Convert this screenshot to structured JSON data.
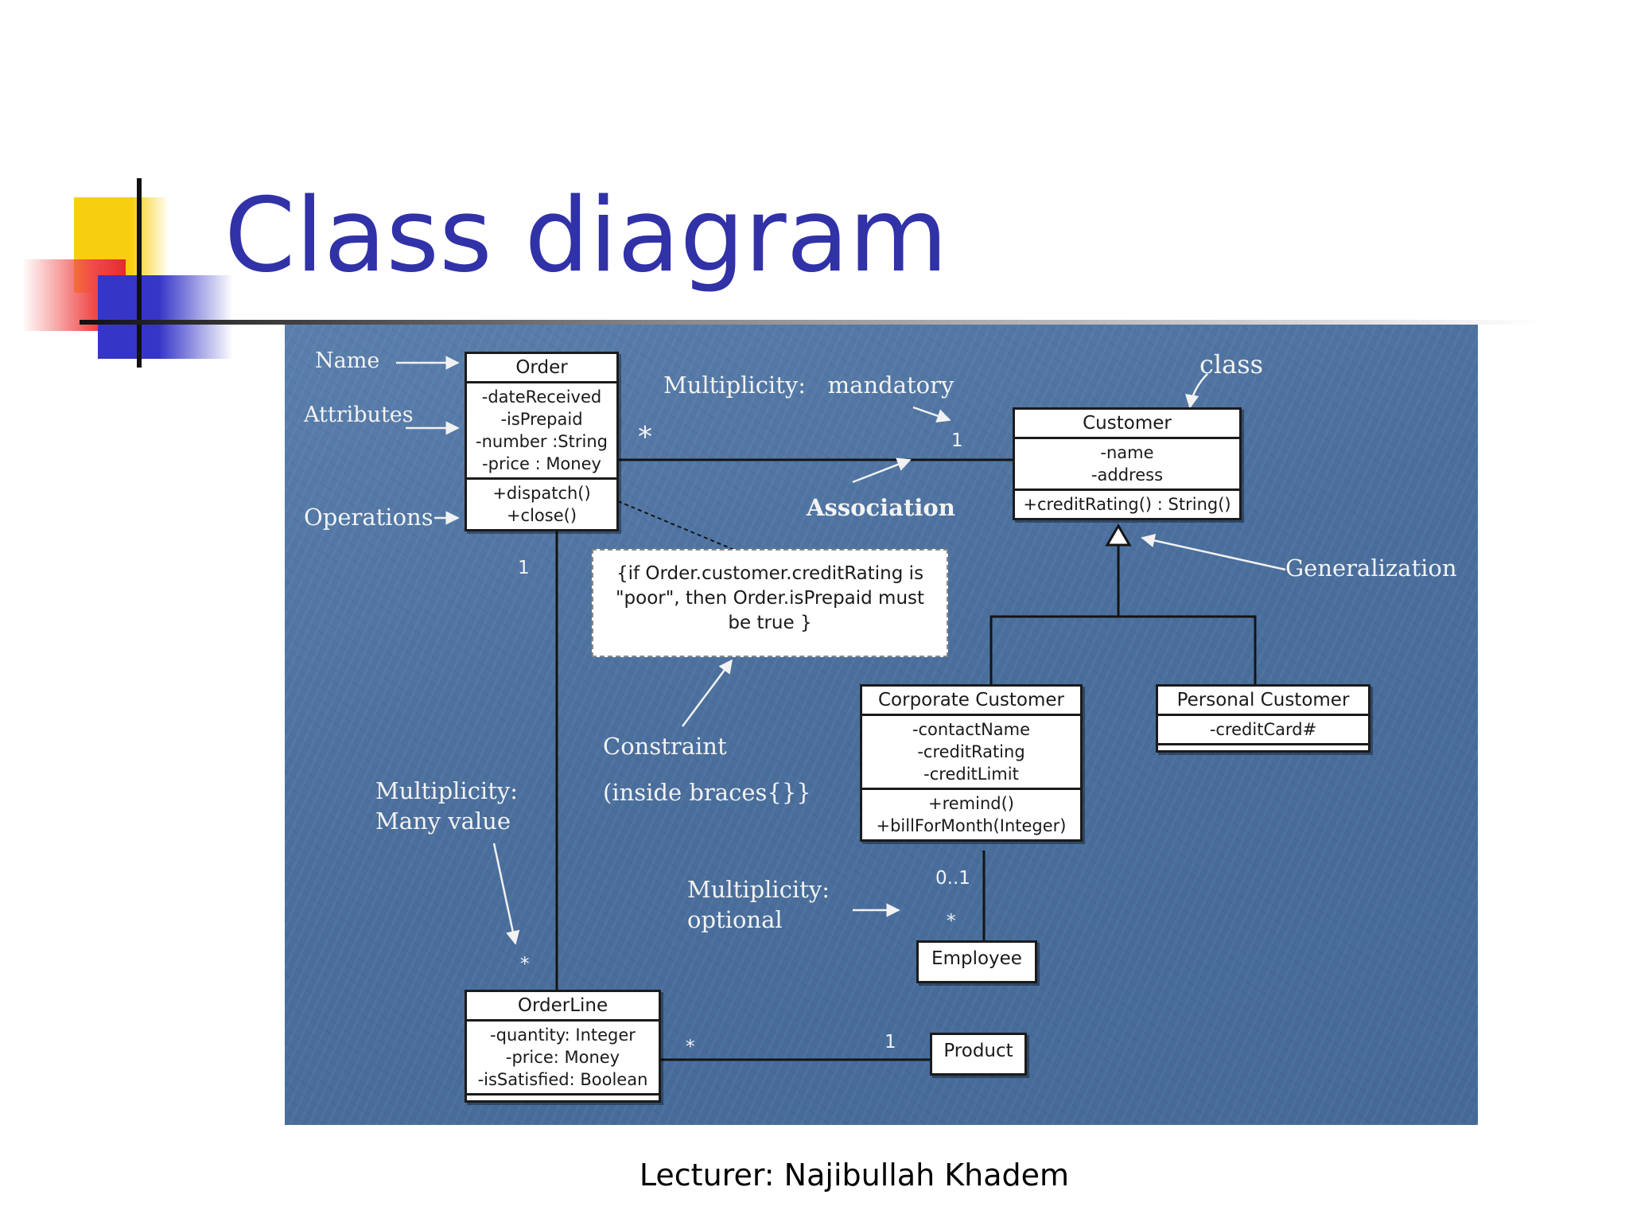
{
  "slide": {
    "title": "Class diagram",
    "footer": "Lecturer: Najibullah Khadem"
  },
  "classes": {
    "order": {
      "name": "Order",
      "attributes": [
        "-dateReceived",
        "-isPrepaid",
        "-number :String",
        "-price : Money"
      ],
      "operations": [
        "+dispatch()",
        "+close()"
      ]
    },
    "customer": {
      "name": "Customer",
      "attributes": [
        "-name",
        "-address"
      ],
      "operations": [
        "+creditRating() : String()"
      ]
    },
    "corporate_customer": {
      "name": "Corporate Customer",
      "attributes": [
        "-contactName",
        "-creditRating",
        "-creditLimit"
      ],
      "operations": [
        "+remind()",
        "+billForMonth(Integer)"
      ]
    },
    "personal_customer": {
      "name": "Personal Customer",
      "attributes": [
        "-creditCard#"
      ]
    },
    "employee": {
      "name": "Employee"
    },
    "orderline": {
      "name": "OrderLine",
      "attributes": [
        "-quantity: Integer",
        "-price: Money",
        "-isSatisfied: Boolean"
      ]
    },
    "product": {
      "name": "Product"
    }
  },
  "constraint_note": {
    "lines": [
      "{if Order.customer.creditRating is",
      "\"poor\", then Order.isPrepaid must",
      "be true }"
    ]
  },
  "annotations": {
    "name": "Name",
    "attributes": "Attributes",
    "operations": "Operations",
    "multiplicity_mandatory": "Multiplicity:   mandatory",
    "class": "class",
    "association": "Association",
    "generalization": "Generalization",
    "constraint": "Constraint",
    "inside_braces": "(inside braces{}}",
    "multiplicity_many_1": "Multiplicity:",
    "multiplicity_many_2": "Many value",
    "multiplicity_optional_1": "Multiplicity:",
    "multiplicity_optional_2": "optional"
  },
  "multiplicities": {
    "order_customer_order_end": "*",
    "order_customer_customer_end": "1",
    "order_orderline_order_end": "1",
    "order_orderline_orderline_end": "*",
    "corporate_employee_corporate_end": "0..1",
    "corporate_employee_employee_end": "*",
    "orderline_product_orderline_end": "*",
    "orderline_product_product_end": "1"
  },
  "colors": {
    "title": "#3131a8",
    "panel": "#4e73a2",
    "annotation_text": "#f3f3f3",
    "line": "#141414"
  }
}
